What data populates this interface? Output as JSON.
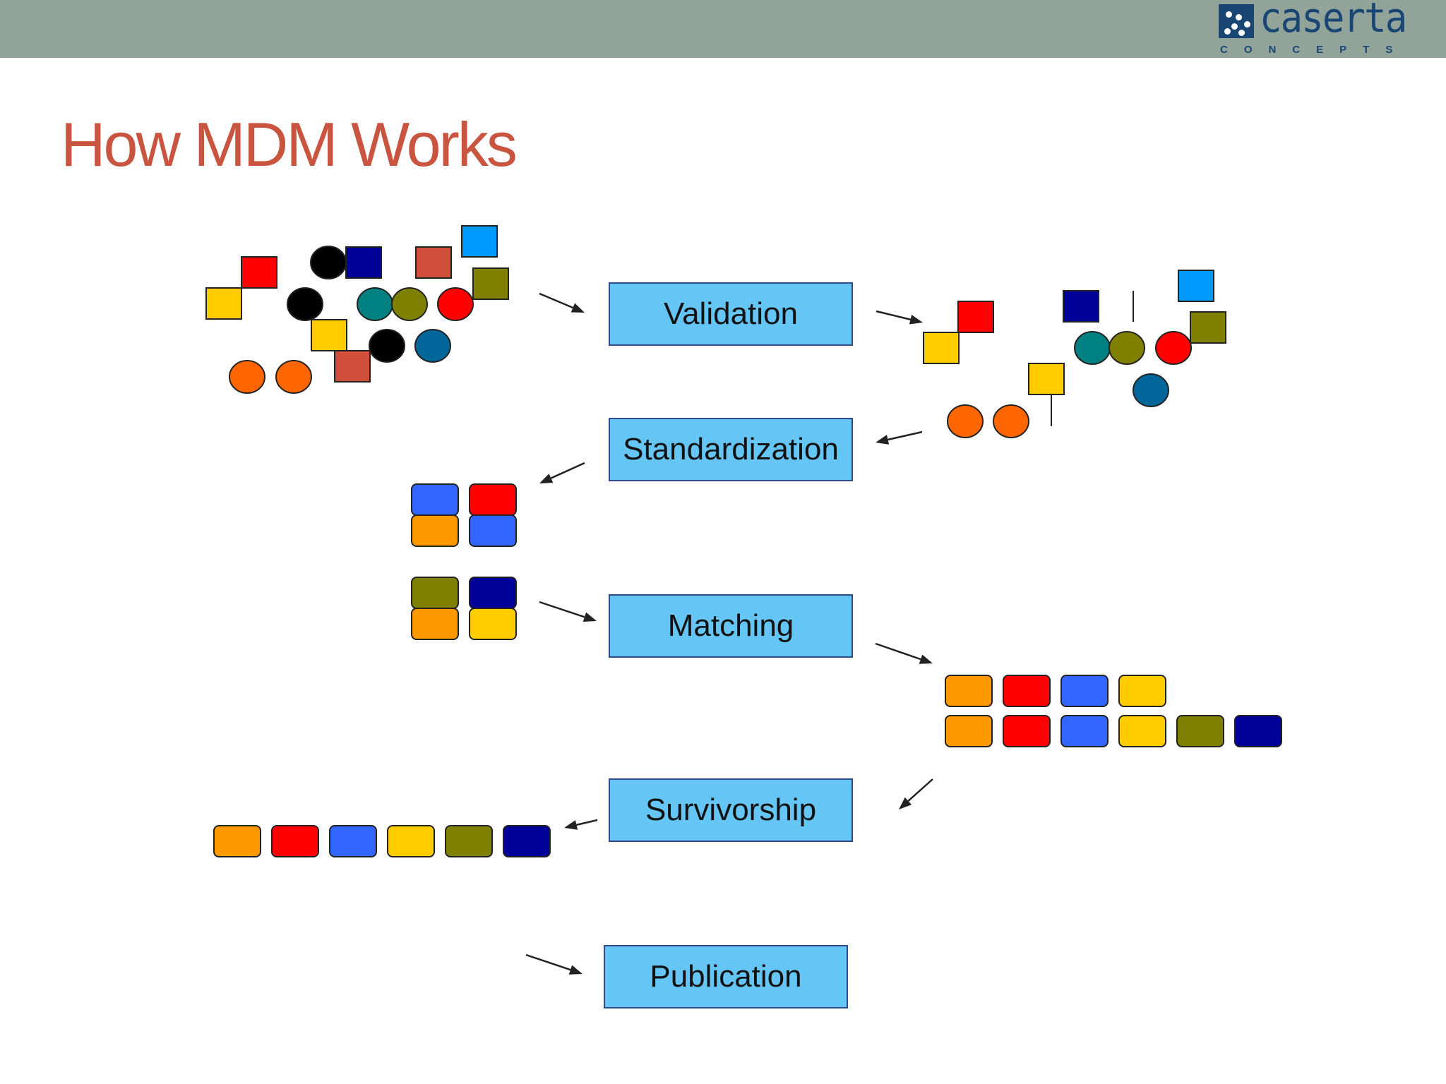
{
  "header": {
    "logo_word": "caserta",
    "logo_tagline": "CONCEPTS",
    "logo_icon": "caserta-dots-logo-icon",
    "bar_color": "#92a39a",
    "logo_color": "#1a4673"
  },
  "slide": {
    "title": "How MDM Works",
    "title_color": "#c9543f"
  },
  "process_steps": [
    {
      "label": "Validation"
    },
    {
      "label": "Standardization"
    },
    {
      "label": "Matching"
    },
    {
      "label": "Survivorship"
    },
    {
      "label": "Publication"
    }
  ],
  "colors": {
    "step_fill": "#65c6f6",
    "step_border": "#2f4a86",
    "red": "#ff0000",
    "yellow": "#ffcc00",
    "black": "#000000",
    "navy": "#000099",
    "brick": "#cf4f3b",
    "sky": "#0099ff",
    "olive": "#808000",
    "teal": "#008080",
    "ocean": "#006699",
    "orange": "#ff6600",
    "amber": "#ff9900",
    "royal": "#3366ff"
  }
}
